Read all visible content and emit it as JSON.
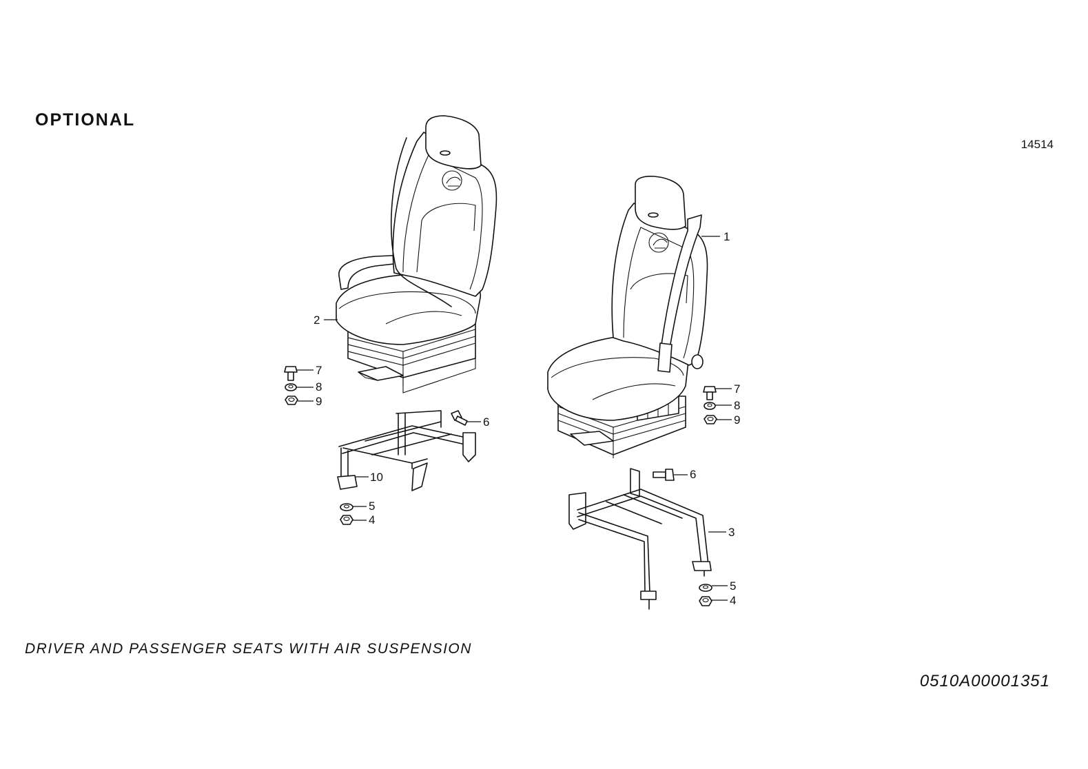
{
  "header": {
    "optional_label": "OPTIONAL",
    "sheet_number": "14514"
  },
  "footer": {
    "caption": "DRIVER AND PASSENGER SEATS WITH AIR SUSPENSION",
    "drawing_code": "0510A00001351"
  },
  "callouts": {
    "left_seat": "2",
    "left_bolt": "7",
    "left_washer": "8",
    "left_nut": "9",
    "left_screw": "6",
    "left_frame": "10",
    "left_frame_washer": "5",
    "left_frame_nut": "4",
    "right_seat": "1",
    "right_bolt": "7",
    "right_washer": "8",
    "right_nut": "9",
    "right_screw": "6",
    "right_frame": "3",
    "right_frame_washer": "5",
    "right_frame_nut": "4"
  }
}
